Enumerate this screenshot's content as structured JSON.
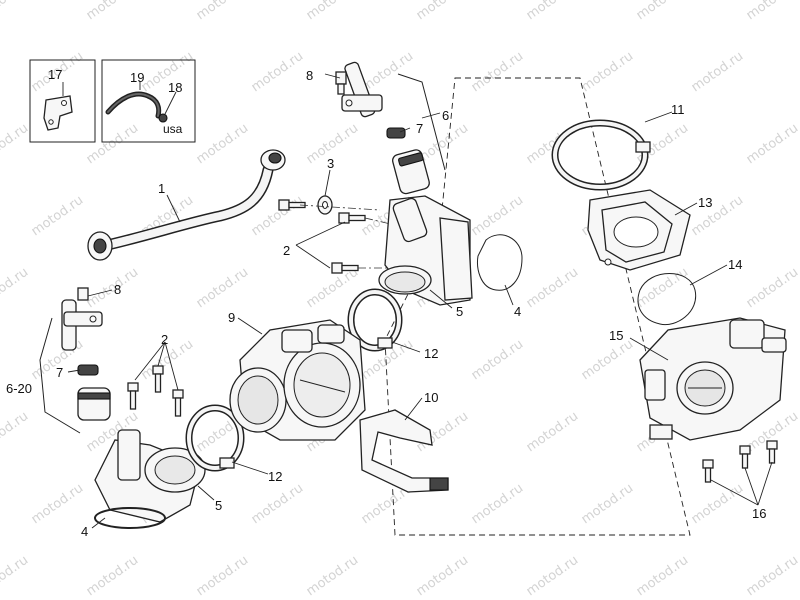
{
  "watermark": {
    "text": "motod.ru",
    "color": "#d3d3d3"
  },
  "callouts": {
    "n1": "1",
    "n2a": "2",
    "n2b": "2",
    "n3": "3",
    "n4a": "4",
    "n4b": "4",
    "n5a": "5",
    "n5b": "5",
    "n6": "6",
    "n6_20": "6-20",
    "n7a": "7",
    "n7b": "7",
    "n8a": "8",
    "n8b": "8",
    "n9": "9",
    "n10": "10",
    "n11": "11",
    "n12a": "12",
    "n12b": "12",
    "n13": "13",
    "n14": "14",
    "n15": "15",
    "n16": "16",
    "n17": "17",
    "n18": "18",
    "n19": "19"
  },
  "inset_note": "usa"
}
